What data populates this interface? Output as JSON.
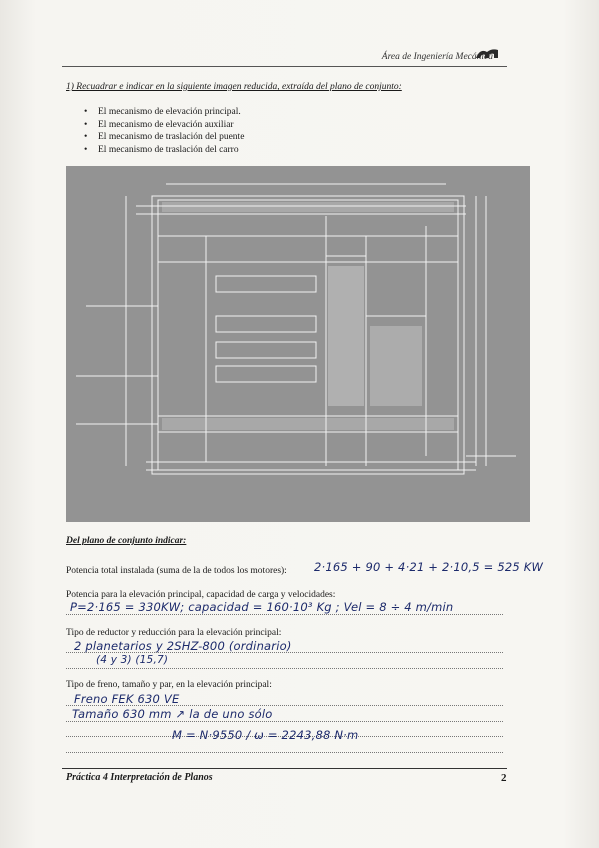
{
  "header": {
    "area": "Área de Ingeniería Mecánica",
    "logo_icon": "university-logo-icon"
  },
  "section": {
    "title": "1) Recuadrar e indicar en la siguiente imagen reducida, extraída del plano de conjunto:",
    "bullets": [
      "El mecanismo de elevación principal.",
      "El mecanismo de elevación auxiliar",
      "El mecanismo de traslación del puente",
      "El mecanismo de traslación del carro"
    ]
  },
  "questions": {
    "title": "Del plano de conjunto indicar:",
    "power": {
      "label": "Potencia total instalada (suma de la de todos los motores):",
      "answer": "2·165 + 90 + 4·21 + 2·10,5 = 525 KW"
    },
    "hoist": {
      "label": "Potencia para la elevación principal, capacidad de carga y velocidades:",
      "answer": "P=2·165 = 330KW;  capacidad = 160·10³ Kg ;  Vel = 8 ÷ 4 m/min"
    },
    "reducer": {
      "label": "Tipo de reductor y reducción para la elevación principal:",
      "answer_line1": "2 planetarios y 2SHZ-800 (ordinario)",
      "answer_line2": "(4 y 3)          (15,7)"
    },
    "brake": {
      "label": "Tipo de freno, tamaño y par, en la elevación principal:",
      "answer_line1": "Freno FEK 630 VE",
      "answer_line2": "Tamaño 630 mm   ↗ la de uno sólo",
      "answer_line3": "M = N·9550 / ω = 2243,88 N·m"
    }
  },
  "footer": {
    "title": "Práctica 4 Interpretación de Planos",
    "page": "2"
  }
}
